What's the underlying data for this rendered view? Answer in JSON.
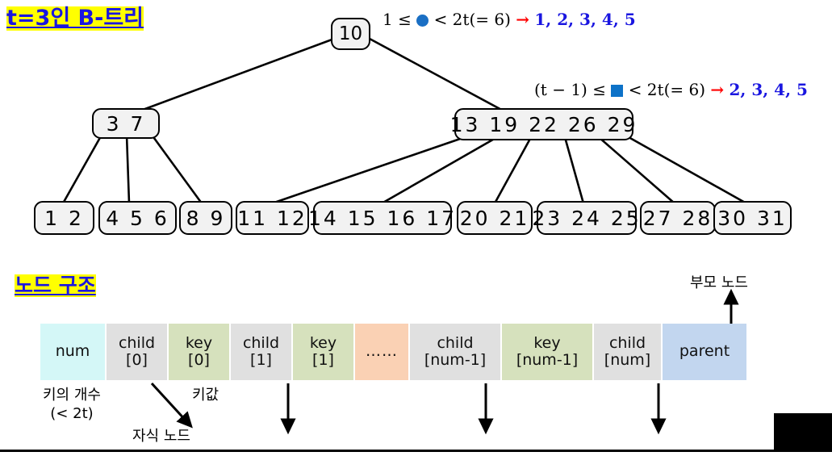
{
  "titles": {
    "tree_title": "t=3인 B-트리",
    "node_title": "노드 구조"
  },
  "formulas": {
    "root_rule": {
      "lhs": "1 ≤",
      "marker": "circle",
      "mid": "< 2t(= 6)",
      "arrow": "→",
      "result": "1, 2, 3, 4, 5"
    },
    "internal_rule": {
      "lhs": "(t − 1) ≤",
      "marker": "square",
      "mid": "< 2t(= 6)",
      "arrow": "→",
      "result": "2, 3, 4, 5"
    }
  },
  "tree": {
    "root": {
      "label": "10",
      "keys": [
        10
      ]
    },
    "internal": [
      {
        "label": "3  7",
        "keys": [
          3,
          7
        ]
      },
      {
        "label": "13 19 22 26 29",
        "keys": [
          13,
          19,
          22,
          26,
          29
        ]
      }
    ],
    "leaves": [
      {
        "label": "1  2",
        "keys": [
          1,
          2
        ]
      },
      {
        "label": "4  5  6",
        "keys": [
          4,
          5,
          6
        ]
      },
      {
        "label": "8  9",
        "keys": [
          8,
          9
        ]
      },
      {
        "label": "11  12",
        "keys": [
          11,
          12
        ]
      },
      {
        "label": "14  15  16  17",
        "keys": [
          14,
          15,
          16,
          17
        ]
      },
      {
        "label": "20  21",
        "keys": [
          20,
          21
        ]
      },
      {
        "label": "23  24  25",
        "keys": [
          23,
          24,
          25
        ]
      },
      {
        "label": "27  28",
        "keys": [
          27,
          28
        ]
      },
      {
        "label": "30  31",
        "keys": [
          30,
          31
        ]
      }
    ]
  },
  "node_struct": {
    "cells": [
      {
        "line1": "num",
        "line2": "",
        "color": "#d4f7f7"
      },
      {
        "line1": "child",
        "line2": "[0]",
        "color": "#e0e0e0"
      },
      {
        "line1": "key",
        "line2": "[0]",
        "color": "#d6e1bd"
      },
      {
        "line1": "child",
        "line2": "[1]",
        "color": "#e0e0e0"
      },
      {
        "line1": "key",
        "line2": "[1]",
        "color": "#d6e1bd"
      },
      {
        "line1": "……",
        "line2": "",
        "color": "#fad1b4"
      },
      {
        "line1": "child",
        "line2": "[num-1]",
        "color": "#e0e0e0"
      },
      {
        "line1": "key",
        "line2": "[num-1]",
        "color": "#d6e1bd"
      },
      {
        "line1": "child",
        "line2": "[num]",
        "color": "#e0e0e0"
      },
      {
        "line1": "parent",
        "line2": "",
        "color": "#c2d6ef"
      }
    ]
  },
  "annotations": {
    "num_keys_l1": "키의 개수",
    "num_keys_l2": "(< 2t)",
    "key_value": "키값",
    "child_node": "자식 노드",
    "parent_node": "부모 노드"
  },
  "colors": {
    "title_text": "#1a16e0",
    "highlight": "#ffff00",
    "arrow_red": "#ff0000",
    "marker_blue": "#0d72c8",
    "node_fill": "#f2f2f2",
    "node_stroke": "#000000"
  }
}
